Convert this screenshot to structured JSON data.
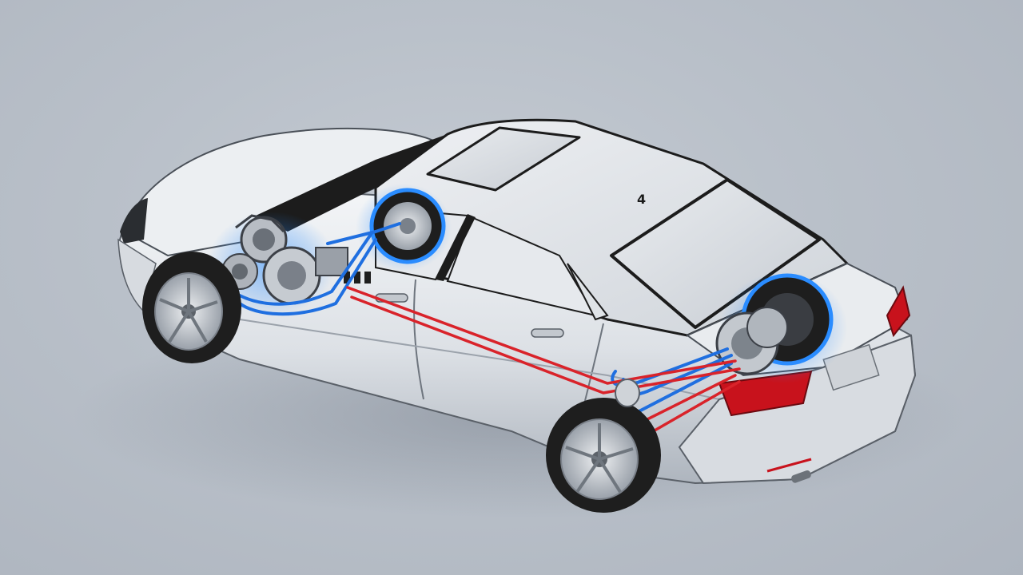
{
  "diagram": {
    "roof_marker": "4",
    "colors": {
      "background": "#b9c0c9",
      "body": "#dfe3e8",
      "body_shadow": "#a9b0ba",
      "outline": "#1c1c1c",
      "cold_line": "#1f6fe0",
      "hot_line": "#d9232a",
      "tail_light": "#c8121c",
      "tire": "#1e1e1e",
      "rim": "#c9ced5",
      "glow": "#2a8cff"
    },
    "components": [
      {
        "name": "front-engine-assembly",
        "kind": "gear-cluster"
      },
      {
        "name": "front-drive-motor",
        "kind": "motor"
      },
      {
        "name": "rear-drive-motor",
        "kind": "motor"
      },
      {
        "name": "rear-wheel-hub",
        "kind": "wheel"
      }
    ]
  }
}
